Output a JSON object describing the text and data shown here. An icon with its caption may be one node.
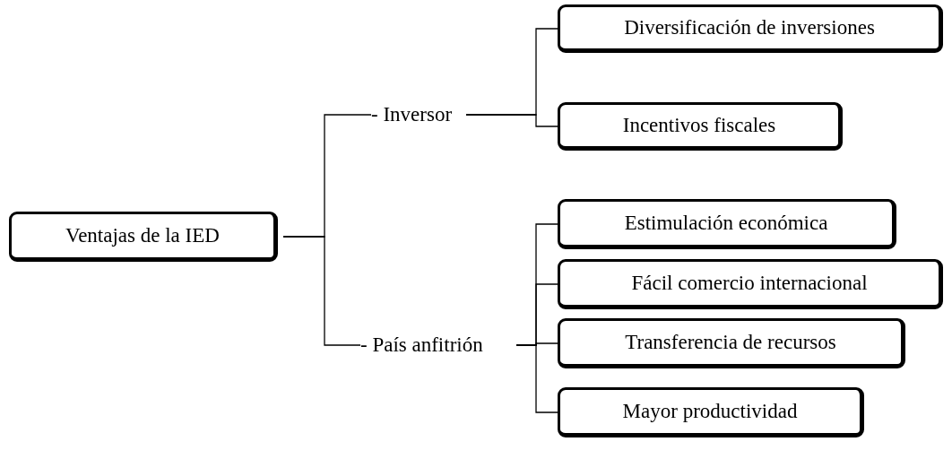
{
  "diagram": {
    "nodes": [
      {
        "text": [
          "Ventajas de la IED"
        ]
      },
      {
        "text": [
          "- Inversor"
        ]
      },
      {
        "text": [
          "- País anfitrión"
        ]
      },
      {
        "text": [
          "Diversificación de inversiones"
        ]
      },
      {
        "text": [
          "Incentivos fiscales"
        ]
      },
      {
        "text": [
          "Estimulación económica"
        ]
      },
      {
        "text": [
          "Fácil comercio internacional"
        ]
      },
      {
        "text": [
          "Transferencia de recursos"
        ]
      },
      {
        "text": [
          "Mayor productividad"
        ]
      }
    ],
    "edges": [
      {
        "from": 0,
        "to": 1,
        "arrow": "none"
      },
      {
        "from": 0,
        "to": 2,
        "arrow": "none"
      },
      {
        "from": 1,
        "to": 3,
        "arrow": "none"
      },
      {
        "from": 1,
        "to": 4,
        "arrow": "none"
      },
      {
        "from": 2,
        "to": 5,
        "arrow": "none"
      },
      {
        "from": 2,
        "to": 6,
        "arrow": "none"
      },
      {
        "from": 2,
        "to": 7,
        "arrow": "none"
      },
      {
        "from": 2,
        "to": 8,
        "arrow": "none"
      }
    ]
  }
}
